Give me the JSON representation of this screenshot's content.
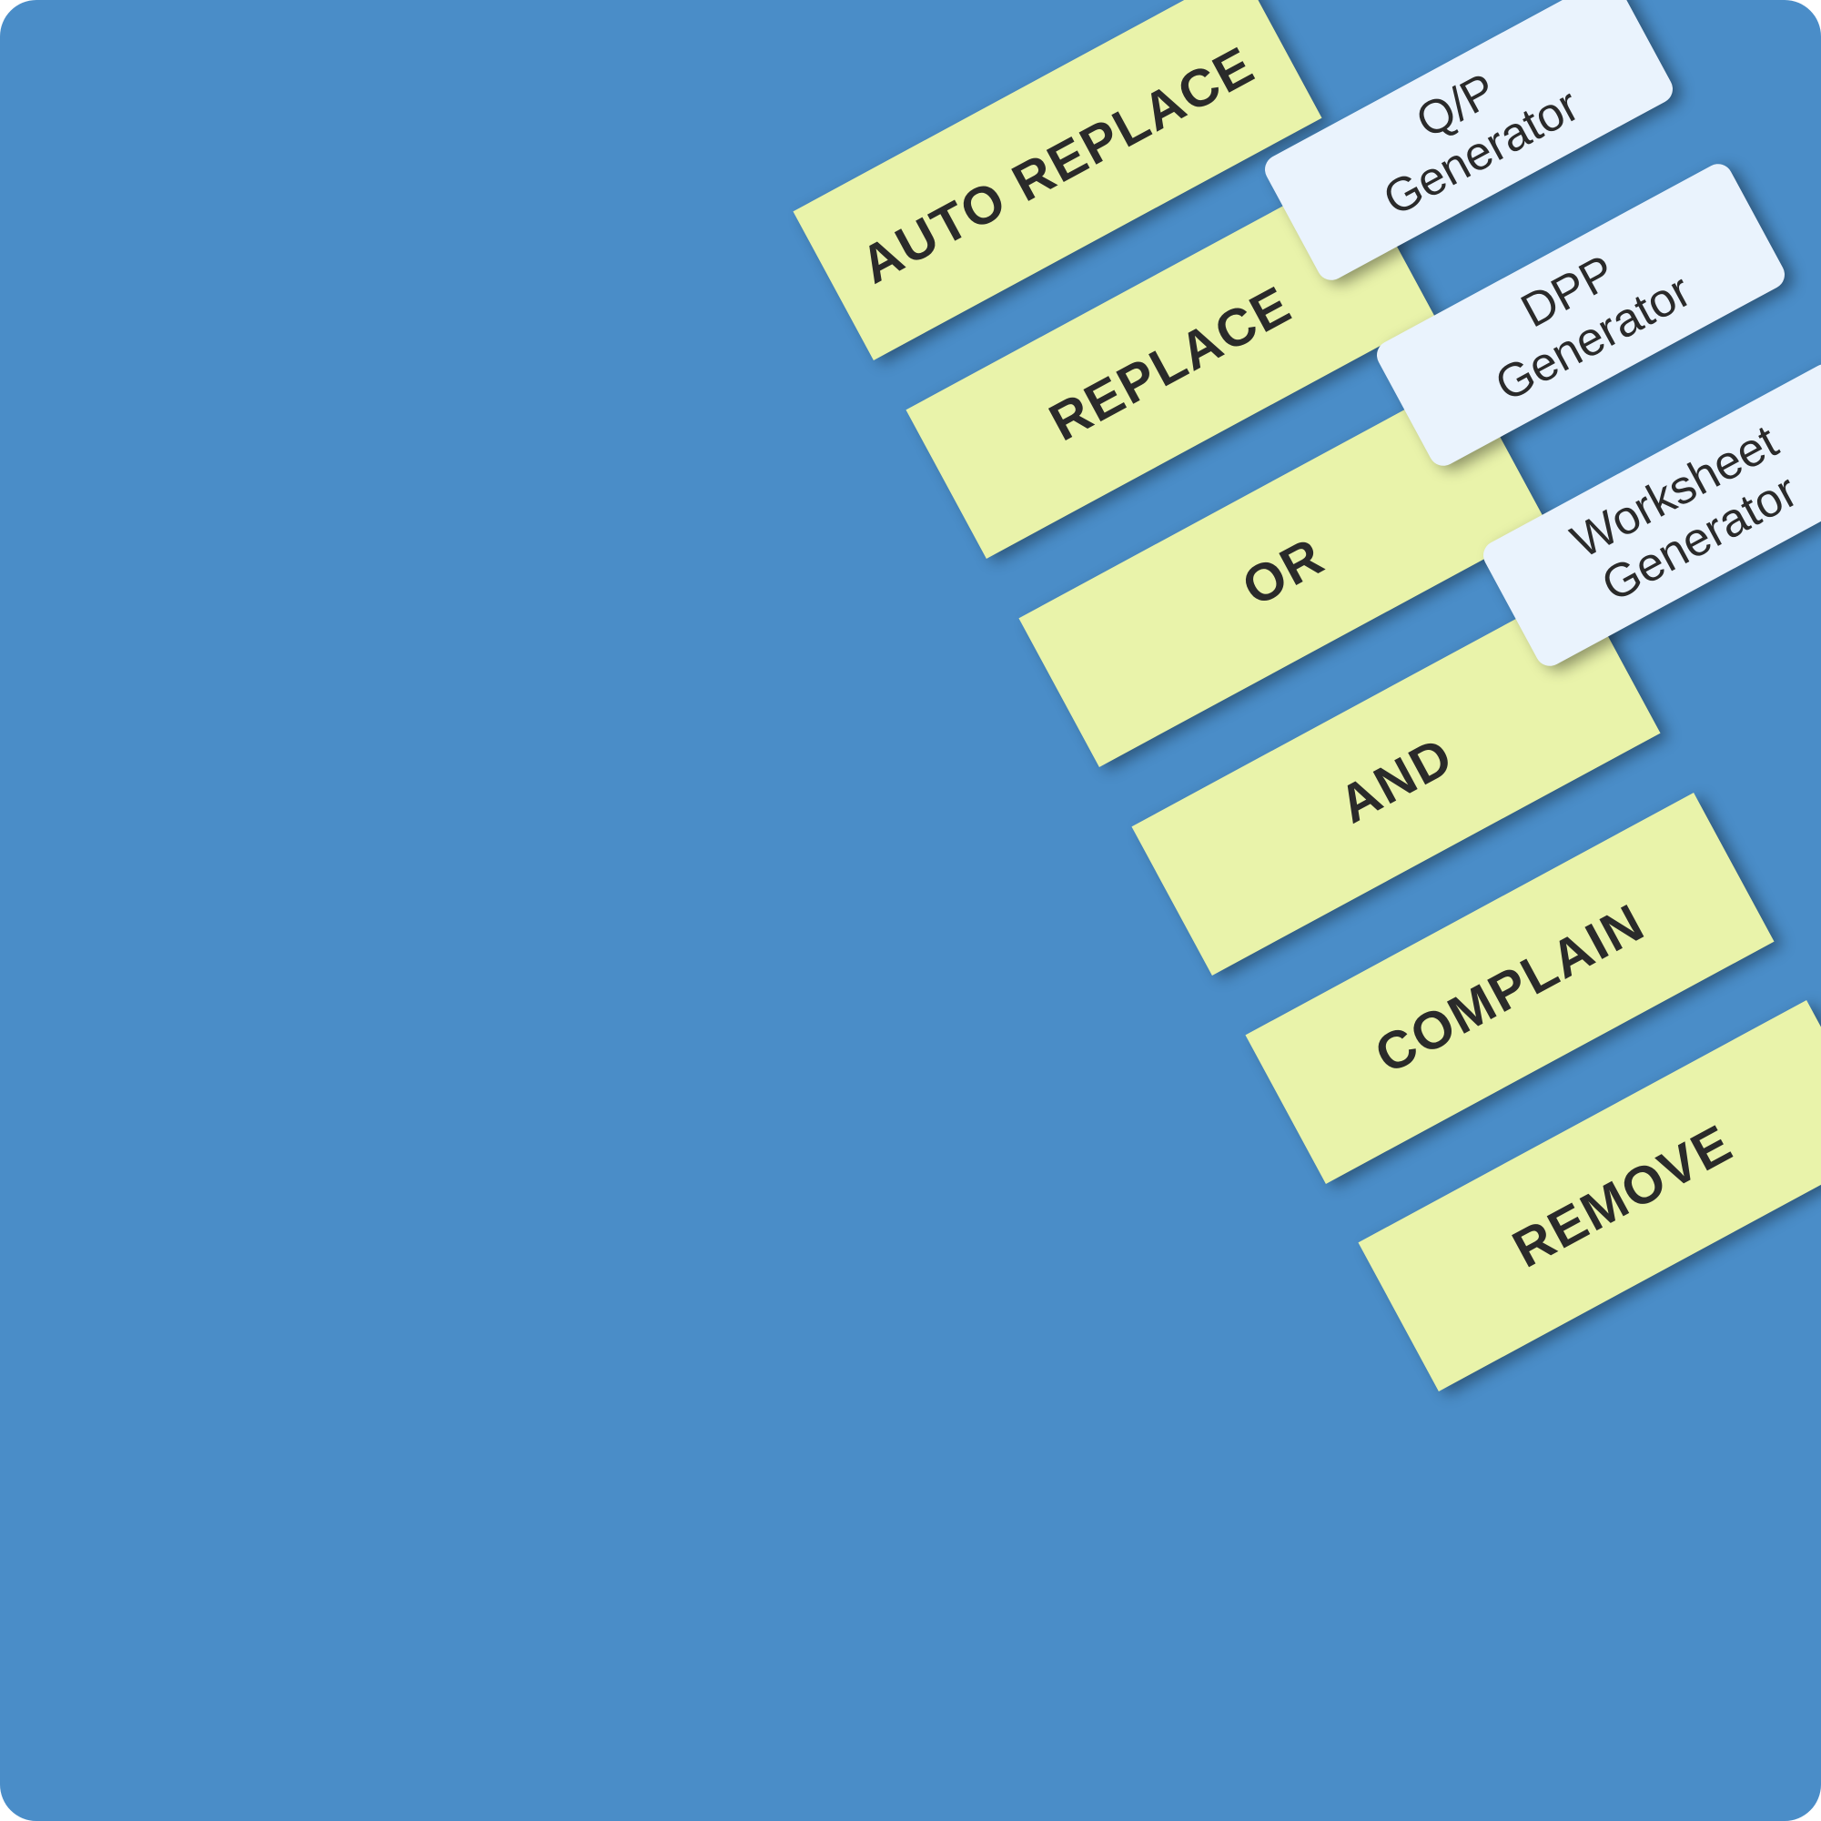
{
  "action_tags": [
    {
      "key": "auto_replace",
      "label": "AUTO REPLACE"
    },
    {
      "key": "replace",
      "label": "REPLACE"
    },
    {
      "key": "or",
      "label": "OR"
    },
    {
      "key": "and",
      "label": "AND"
    },
    {
      "key": "complain",
      "label": "COMPLAIN"
    },
    {
      "key": "remove",
      "label": "REMOVE"
    }
  ],
  "generator_tags": [
    {
      "key": "qp",
      "line1": "Q/P",
      "line2": "Generator"
    },
    {
      "key": "dpp",
      "line1": "DPP",
      "line2": "Generator"
    },
    {
      "key": "worksheet",
      "line1": "Worksheet",
      "line2": "Generator"
    }
  ],
  "colors": {
    "panel_background": "#4a8dc8",
    "action_tag": "#e9f3aa",
    "generator_tag": "#eaf3fd",
    "text": "#2a2a2a"
  }
}
